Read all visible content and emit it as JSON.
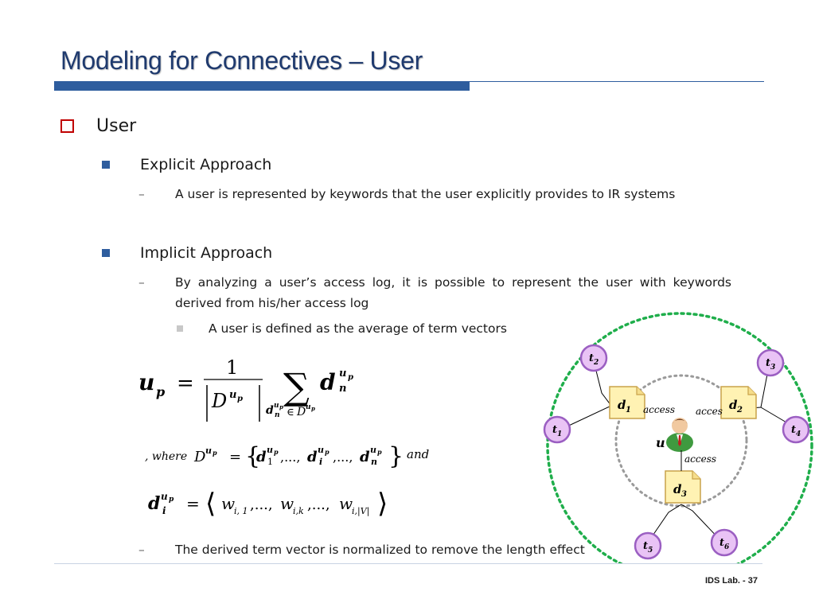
{
  "slide": {
    "title": "Modeling for Connectives – User",
    "footer": "IDS Lab. - 37"
  },
  "bullets": {
    "level1": "User",
    "explicit": {
      "heading": "Explicit Approach",
      "sub": "A user is represented by keywords that the user explicitly provides to IR systems"
    },
    "implicit": {
      "heading": "Implicit Approach",
      "sub": "By analyzing a user’s access log, it is possible to represent the user with keywords derived from his/her access log",
      "subsub": "A user is defined as the average of term vectors",
      "last": "The derived term vector is normalized to remove the length effect"
    },
    "dash": "–"
  },
  "formula": {
    "where": ", where",
    "and": "and",
    "one": "1",
    "eq": "="
  },
  "diagram": {
    "terms": [
      {
        "base": "t",
        "sub": "1"
      },
      {
        "base": "t",
        "sub": "2"
      },
      {
        "base": "t",
        "sub": "3"
      },
      {
        "base": "t",
        "sub": "4"
      },
      {
        "base": "t",
        "sub": "5"
      },
      {
        "base": "t",
        "sub": "6"
      }
    ],
    "docs": [
      {
        "base": "d",
        "sub": "1"
      },
      {
        "base": "d",
        "sub": "2"
      },
      {
        "base": "d",
        "sub": "3"
      }
    ],
    "user_label": "u",
    "access_labels": [
      "access",
      "acces",
      "access"
    ],
    "colors": {
      "term_fill": "#e9c3f5",
      "term_stroke": "#9b5fc2",
      "outer_ring": "#1fae4b",
      "inner_ring": "#9a9a9a",
      "doc_fill": "#fff2b3"
    }
  }
}
